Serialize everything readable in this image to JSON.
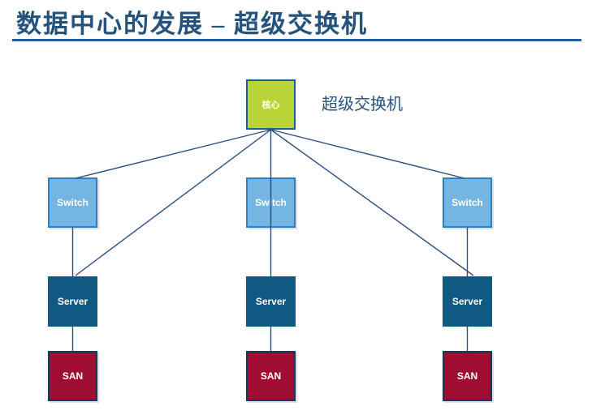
{
  "slide": {
    "title": "数据中心的发展 – 超级交换机"
  },
  "diagram": {
    "core_label": "核心",
    "caption": "超级交换机",
    "columns": [
      {
        "switch_label": "Switch",
        "server_label": "Server",
        "san_label": "SAN"
      },
      {
        "switch_label": "Switch",
        "server_label": "Server",
        "san_label": "SAN"
      },
      {
        "switch_label": "Switch",
        "server_label": "Server",
        "san_label": "SAN"
      }
    ],
    "edges": [
      {
        "from": "core",
        "to": "switch-1"
      },
      {
        "from": "core",
        "to": "server-1"
      },
      {
        "from": "core",
        "to": "switch-2"
      },
      {
        "from": "core",
        "to": "switch-3"
      },
      {
        "from": "core",
        "to": "server-3"
      },
      {
        "from": "switch-1",
        "to": "server-1"
      },
      {
        "from": "switch-2",
        "to": "server-2"
      },
      {
        "from": "switch-3",
        "to": "server-3"
      },
      {
        "from": "server-1",
        "to": "san-1"
      },
      {
        "from": "server-2",
        "to": "san-2"
      },
      {
        "from": "server-3",
        "to": "san-3"
      }
    ]
  },
  "colors": {
    "title-color": "#24537d",
    "rule-color": "#1f5d9e",
    "line-color": "#2a4f80",
    "caption-color": "#24537d",
    "core-fill": "#b9d437",
    "core-border": "#16618f",
    "switch-fill": "#74b5e1",
    "switch-border": "#2b7fc2",
    "server-fill": "#0f5a82",
    "san-fill": "#a00d33",
    "san-border": "#17375e"
  }
}
